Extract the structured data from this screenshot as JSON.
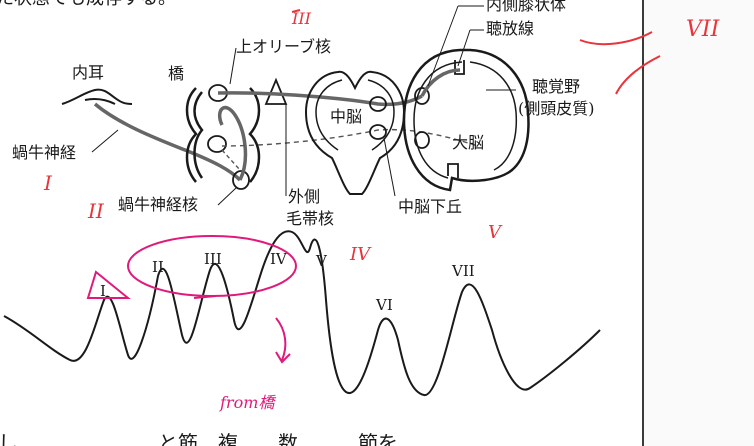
{
  "top_text": "た状態でも成存する。",
  "bottom_text": "し　　　　　　　と筋　複　　数　　　節を",
  "labels": {
    "naiji": "内耳",
    "kagyu_shinkei": "蝸牛神経",
    "kagyu_shinkei_kaku": "蝸牛神経核",
    "hashi": "橋",
    "jou_olive": "上オリーブ核",
    "gaisoku_1": "外側",
    "gaisoku_2": "毛帯核",
    "chuunou": "中脳",
    "chuunou_kakyuu": "中脳下丘",
    "naisoku_shitsujoutai": "内側膝状体",
    "chouhousen": "聴放線",
    "choukakuya_1": "聴覚野",
    "choukakuya_2": "(側頭皮質)",
    "dainou": "大脳"
  },
  "wave_labels": [
    "I",
    "II",
    "III",
    "IV",
    "V",
    "VI",
    "VII"
  ],
  "annotations": {
    "roman_1": "I",
    "roman_2": "II",
    "roman_3": "III",
    "roman_4": "IV",
    "roman_5": "V",
    "roman_7": "VII",
    "from_note": "from橋"
  },
  "colors": {
    "ink": "#1a1a1a",
    "pathway": "#666666",
    "annotation": "#e0197a",
    "annotation_red": "#e8343a"
  }
}
